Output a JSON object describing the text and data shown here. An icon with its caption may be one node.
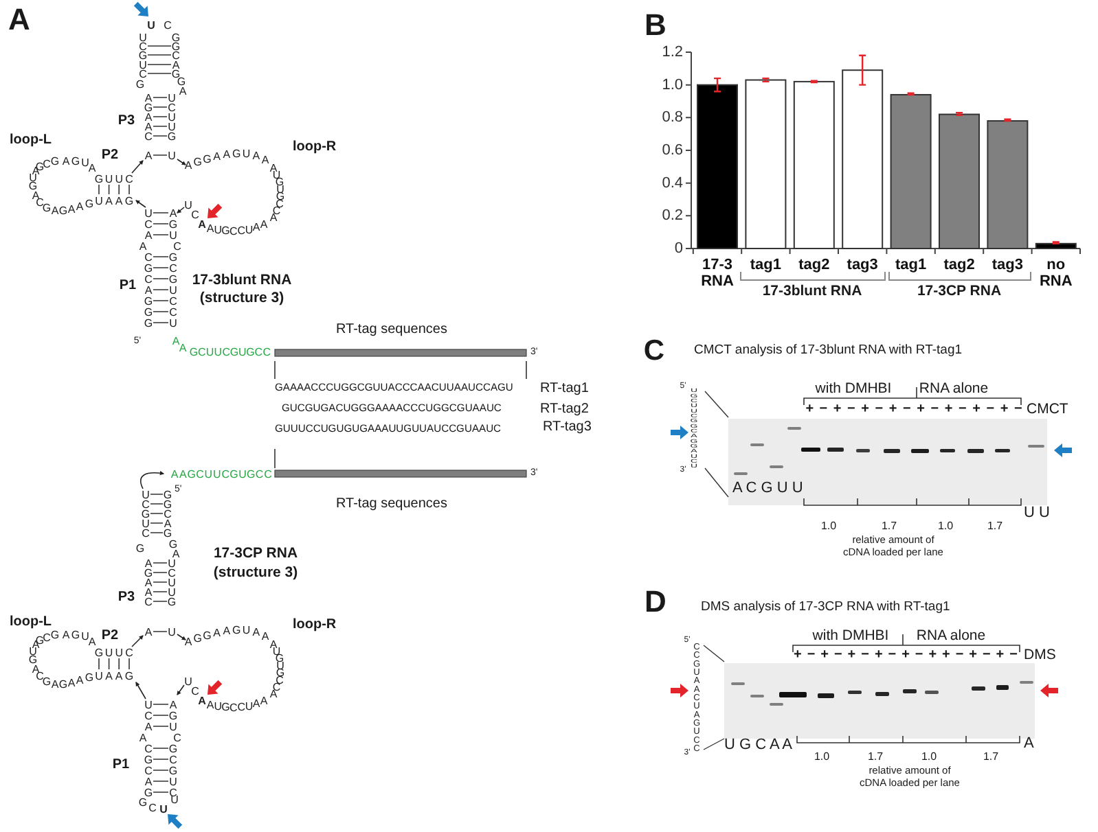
{
  "diagram": {
    "labels": [
      "A",
      "U",
      "UCGUCG",
      "CGGCAGGA",
      "P3",
      "AGAACA",
      "UCUUGU",
      "loop-L",
      "P2",
      "loop-R",
      "AGCGAGUA",
      "UGA",
      "CGAGAAG",
      "GUUC",
      "UAAG",
      "AGGAAGUAA",
      "AUGUGCCA",
      "AUGCCUAA",
      "UC",
      "A",
      "UCAACGCAGGG",
      "AGUCGCGUCCU",
      "P1",
      "17-3blunt RNA",
      "(structure 3)",
      "5'",
      "AAGCUUCGUGCC",
      "RT-tag sequences",
      "3'",
      "GAAAACCCUGGCGUUACCCAACUUAAUCCAGU",
      "RT-tag1",
      "GUCGUGACUGGGAAAACCCUGGCGUAAUC",
      "RT-tag2",
      "GUUUCCUGUGUGAAAUUGUUAUCCGUAAUC",
      "RT-tag3",
      "AAGCUUCGUGCC",
      "3'",
      "RT-tag sequences",
      "5'",
      "UCGUCG",
      "GGCAGGA",
      "17-3CP RNA",
      "(structure 3)",
      "P3",
      "AGAACA",
      "UCUUGU",
      "loop-L",
      "P2",
      "loop-R",
      "AGCGAGUA",
      "UGA",
      "CGAGAAG",
      "GUUC",
      "UAAG",
      "AGGAAGUAA",
      "AUGUGCCA",
      "AUGCCUAA",
      "UC",
      "A",
      "UCAACGCAG",
      "AGUCGCGUC",
      "P1",
      "GC",
      "U",
      "U",
      "B",
      "17-3blunt RNA",
      "17-3CP RNA",
      "C",
      "CMCT analysis of 17-3blunt RNA with RT-tag1",
      "5'",
      "UGCUUCGGCAGGAUCU",
      "3'",
      "A C G U U",
      "with DMHBI",
      "RNA alone",
      "+ − + − + − + − + − + − + − + −",
      "CMCT",
      "U U",
      "1.0",
      "1.7",
      "1.0",
      "1.7",
      "relative amount of cDNA loaded per lane",
      "D",
      "DMS analysis of 17-3CP RNA with RT-tag1",
      "5'",
      "CCGUAACUAGUCC",
      "3'",
      "U G C A A",
      "with DMHBI",
      "RNA alone",
      "+ − + − + − + − + − + + − + − + −",
      "DMS",
      "A",
      "1.0",
      "1.7",
      "1.0",
      "1.7",
      "relative amount of cDNA loaded per lane"
    ],
    "chart_data": {
      "type": "bar",
      "categories": [
        "17-3 RNA",
        "tag1",
        "tag2",
        "tag3",
        "tag1",
        "tag2",
        "tag3",
        "no RNA"
      ],
      "series": [
        {
          "color": "#000000",
          "values": [
            1.0,
            null,
            null,
            null,
            null,
            null,
            null,
            0.03
          ]
        },
        {
          "color": "#ffffff",
          "values": [
            null,
            1.03,
            1.02,
            1.09,
            null,
            null,
            null,
            null
          ]
        },
        {
          "color": "#808080",
          "values": [
            null,
            null,
            null,
            null,
            0.94,
            0.82,
            0.78,
            null
          ]
        }
      ],
      "ylim": [
        0,
        1.2
      ],
      "yticks": [
        {
          "value": 0,
          "label": "0"
        },
        {
          "value": 0.2,
          "label": "0.2"
        },
        {
          "value": 0.4,
          "label": "0.4"
        },
        {
          "value": 0.6,
          "label": "0.6"
        },
        {
          "value": 0.8,
          "label": "0.8"
        },
        {
          "value": 1.0,
          "label": "1.0"
        },
        {
          "value": 1.2,
          "label": "1.2"
        }
      ]
    }
  }
}
